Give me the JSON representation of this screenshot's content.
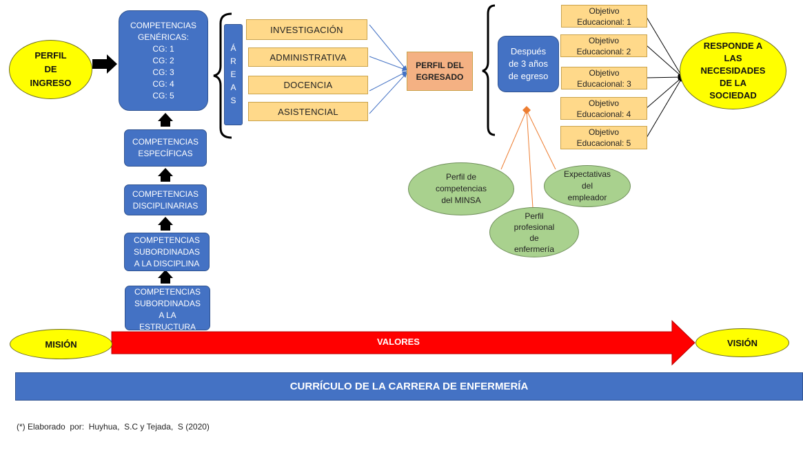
{
  "perfil_ingreso": [
    "PERFIL",
    "DE",
    "INGRESO"
  ],
  "competencias_genericas": {
    "title": [
      "COMPETENCIAS",
      "GENÉRICAS:"
    ],
    "items": [
      "CG: 1",
      "CG: 2",
      "CG: 3",
      "CG: 4",
      "CG: 5"
    ]
  },
  "competencias_chain": [
    [
      "COMPETENCIAS",
      "ESPECÍFICAS"
    ],
    [
      "COMPETENCIAS",
      "DISCIPLINARIAS"
    ],
    [
      "COMPETENCIAS",
      "SUBORDINADAS",
      "A LA DISCIPLINA"
    ],
    [
      "COMPETENCIAS",
      "SUBORDINADAS",
      "A LA",
      "ESTRUCTURA"
    ]
  ],
  "areas_letters": [
    "Á",
    "R",
    "E",
    "A",
    "S"
  ],
  "areas": [
    "INVESTIGACIÓN",
    "ADMINISTRATIVA",
    "DOCENCIA",
    "ASISTENCIAL"
  ],
  "perfil_egresado": [
    "PERFIL DEL",
    "EGRESADO"
  ],
  "despues": [
    "Después",
    "de 3 años",
    "de egreso"
  ],
  "objetivos": [
    [
      "Objetivo",
      "Educacional: 1"
    ],
    [
      "Objetivo",
      "Educacional: 2"
    ],
    [
      "Objetivo",
      "Educacional: 3"
    ],
    [
      "Objetivo",
      "Educacional: 4"
    ],
    [
      "Objetivo",
      "Educacional: 5"
    ]
  ],
  "responde": [
    "RESPONDE A",
    "LAS",
    "NECESIDADES",
    "DE LA",
    "SOCIEDAD"
  ],
  "inputs": {
    "minsa": [
      "Perfil de",
      "competencias",
      "del MINSA"
    ],
    "enfermeria": [
      "Perfil",
      "profesional",
      "de",
      "enfermería"
    ],
    "empleador": [
      "Expectativas",
      "del",
      "empleador"
    ]
  },
  "mision": "MISIÓN",
  "valores": "VALORES",
  "vision": "VISIÓN",
  "curriculo": "CURRÍCULO DE LA CARRERA DE ENFERMERÍA",
  "footnote": "(*) Elaborado  por:  Huyhua,  S.C y Tejada,  S (2020)",
  "colors": {
    "blue": "#4472c4",
    "orange": "#ffd98a",
    "salmon": "#f4b183",
    "yellow": "#ffff00",
    "green": "#a9d18e",
    "red": "#ff0000"
  }
}
